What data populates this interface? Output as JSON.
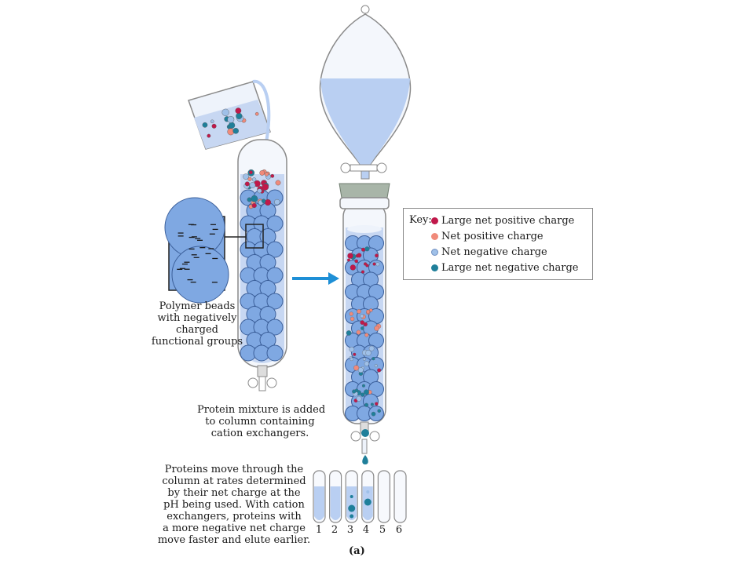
{
  "captions": {
    "beads": [
      "Polymer beads",
      "with negatively",
      "charged",
      "functional groups"
    ],
    "mixture": [
      "Protein mixture is added",
      "to column containing",
      "cation exchangers."
    ],
    "movement": [
      "Proteins move through the",
      "column at rates determined",
      "by their net charge at the",
      "pH being used. With cation",
      "exchangers, proteins with",
      "a more negative net charge",
      "move faster and elute earlier."
    ]
  },
  "key": {
    "title": "Key:",
    "items": [
      {
        "label": "Large net positive charge",
        "color": "#c0184a"
      },
      {
        "label": "Net positive charge",
        "color": "#f08a7a"
      },
      {
        "label": "Net negative charge",
        "color": "#9fc0e8"
      },
      {
        "label": "Large net negative charge",
        "color": "#1f7f9a"
      }
    ]
  },
  "tubes": [
    "1",
    "2",
    "3",
    "4",
    "5",
    "6"
  ],
  "figure_label": "(a)",
  "colors": {
    "bead_fill": "#7fa8e2",
    "bead_stroke": "#3b5f9a",
    "liquid": "#b9cff2",
    "arrow": "#1e8fd6",
    "glass": "#8a8a8a",
    "stopper": "#a8b5a8"
  }
}
